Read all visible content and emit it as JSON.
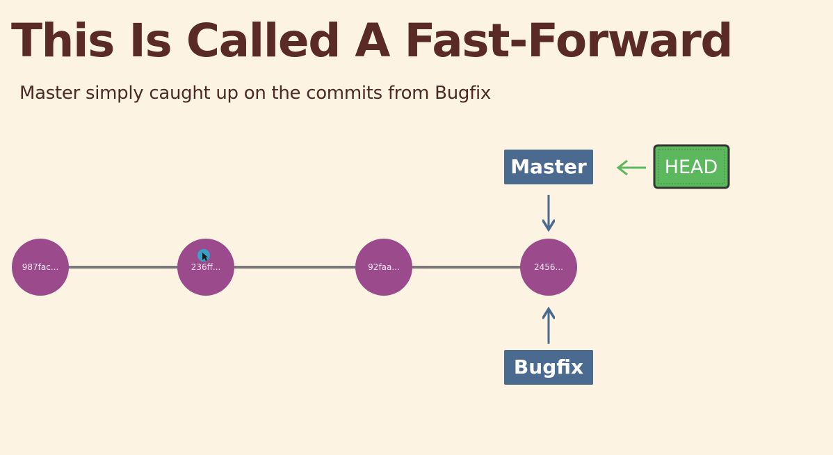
{
  "slide": {
    "title": "This Is Called A Fast-Forward",
    "subtitle": "Master simply caught up on the commits from Bugfix"
  },
  "commits": [
    {
      "hash": "987fac..."
    },
    {
      "hash": "236ff..."
    },
    {
      "hash": "92faa..."
    },
    {
      "hash": "2456..."
    }
  ],
  "branches": {
    "master": "Master",
    "bugfix": "Bugfix",
    "head": "HEAD"
  },
  "colors": {
    "background": "#fdf3e3",
    "title": "#5a2a27",
    "commit": "#9b4a8c",
    "branch": "#4a6a8f",
    "head": "#5cb85c",
    "head_border": "#333333",
    "head_arrow": "#5cb85c",
    "line": "#7a7a7a",
    "cursor": "#3aa0c8"
  },
  "icons": {
    "cursor": "mouse-cursor-icon"
  }
}
